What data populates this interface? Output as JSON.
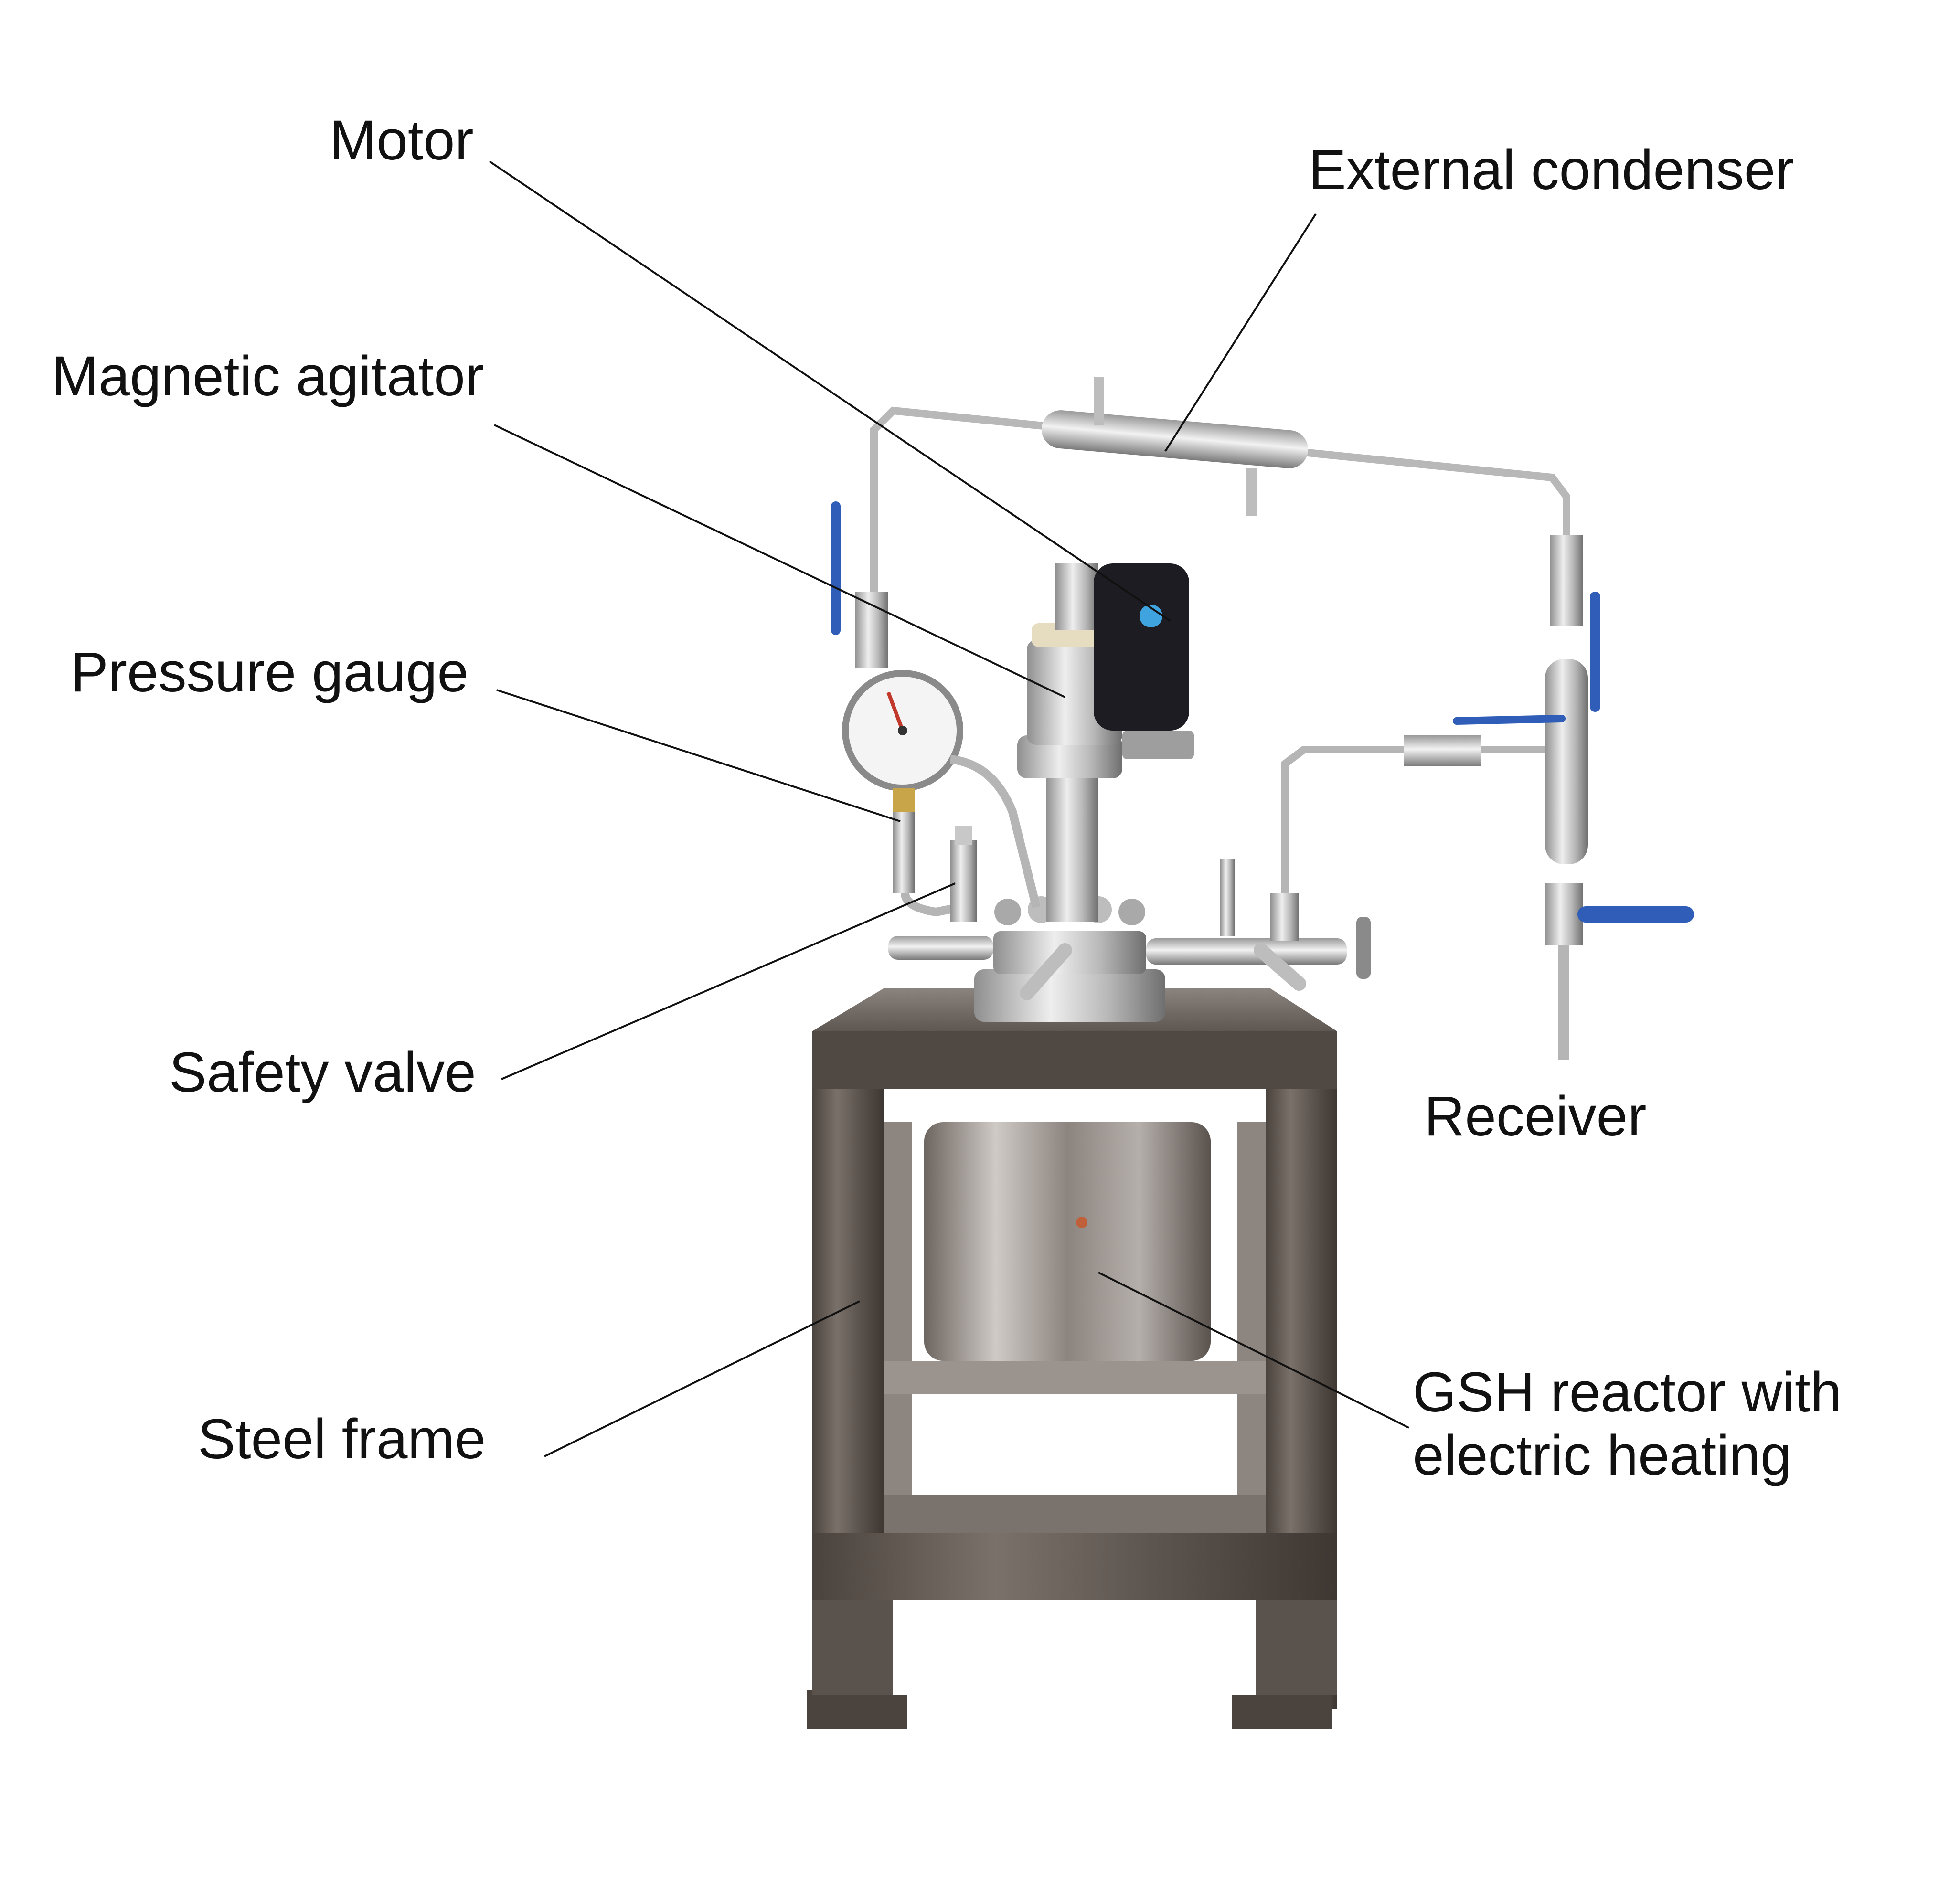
{
  "labels": {
    "motor": "Motor",
    "external_condenser": "External condenser",
    "magnetic_agitator": "Magnetic agitator",
    "pressure_gauge": "Pressure gauge",
    "safety_valve": "Safety valve",
    "receiver": "Receiver",
    "steel_frame": "Steel frame",
    "gsh_reactor": "GSH reactor with\nelectric heating"
  },
  "colors": {
    "background": "#ffffff",
    "text": "#111111",
    "leader_line": "#111111",
    "steel_light": "#d9d9d9",
    "steel_dark": "#5a524c",
    "valve_handle": "#2f5db8",
    "motor_body": "#1c1c22"
  },
  "icons": [
    "pressure-gauge-dial-icon",
    "valve-handle-icon"
  ]
}
